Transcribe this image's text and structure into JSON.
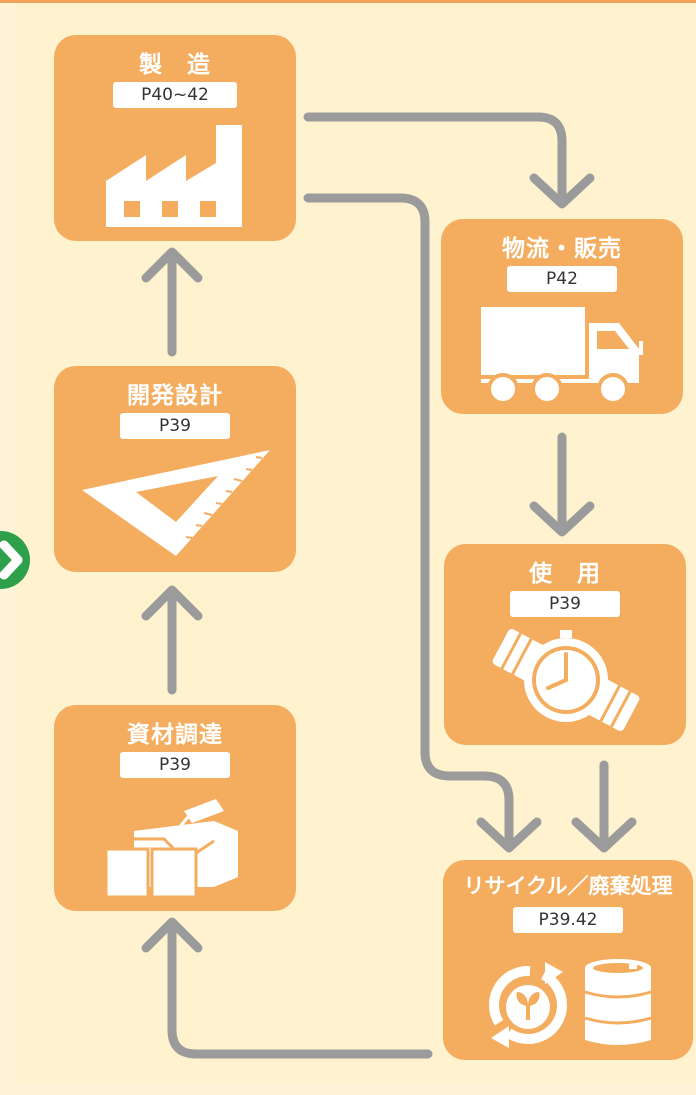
{
  "stages": {
    "manufacturing": {
      "title": "製　造",
      "page": "P40~42"
    },
    "logistics": {
      "title": "物流・販売",
      "page": "P42"
    },
    "design": {
      "title": "開発設計",
      "page": "P39"
    },
    "usage": {
      "title": "使　用",
      "page": "P39"
    },
    "procurement": {
      "title": "資材調達",
      "page": "P39"
    },
    "recycling": {
      "title": "リサイクル／廃棄処理",
      "page": "P39.42"
    }
  },
  "colors": {
    "background": "#fff2cf",
    "box": "#f4ad5f",
    "connector": "#9b9b9b",
    "accent": "#2ea04c"
  },
  "icons": [
    "factory-icon",
    "truck-icon",
    "set-square-icon",
    "watch-icon",
    "boxes-icon",
    "recycle-icon",
    "barrel-icon"
  ]
}
